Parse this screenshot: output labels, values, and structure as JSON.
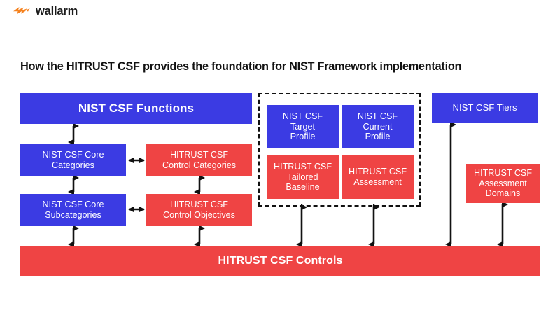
{
  "brand": {
    "name": "wallarm",
    "logo_icon": "wallarm-bolt-logo",
    "logo_color": "#F5821F"
  },
  "diagram": {
    "title": "How the HITRUST CSF provides the foundation for NIST Framework implementation",
    "colors": {
      "nist_blue": "#3B3BE3",
      "hitrust_red": "#EF4444",
      "arrow": "#111111",
      "dashed_border": "#111111",
      "background": "#FFFFFF",
      "text_on_box": "#FFFFFF",
      "title_text": "#111111"
    },
    "nodes": {
      "nist_csf_functions": "NIST CSF Functions",
      "nist_csf_core_categories": "NIST CSF Core\nCategories",
      "hitrust_csf_control_categories": "HITRUST CSF\nControl Categories",
      "nist_csf_core_subcategories": "NIST CSF Core\nSubcategories",
      "hitrust_csf_control_objectives": "HITRUST CSF\nControl Objectives",
      "nist_csf_target_profile": "NIST CSF\nTarget\nProfile",
      "nist_csf_current_profile": "NIST CSF\nCurrent\nProfile",
      "hitrust_csf_tailored_baseline": "HITRUST CSF\nTailored\nBaseline",
      "hitrust_csf_assessment": "HITRUST CSF\nAssessment",
      "nist_csf_tiers": "NIST CSF Tiers",
      "hitrust_csf_assessment_domains": "HITRUST CSF\nAssessment\nDomains",
      "hitrust_csf_controls": "HITRUST CSF Controls"
    },
    "connections": [
      {
        "from": "nist_csf_functions",
        "to": "nist_csf_core_categories",
        "style": "double-arrow-vertical"
      },
      {
        "from": "nist_csf_core_categories",
        "to": "hitrust_csf_control_categories",
        "style": "double-arrow-horizontal"
      },
      {
        "from": "nist_csf_core_categories",
        "to": "nist_csf_core_subcategories",
        "style": "double-arrow-vertical"
      },
      {
        "from": "hitrust_csf_control_categories",
        "to": "hitrust_csf_control_objectives",
        "style": "double-arrow-vertical"
      },
      {
        "from": "nist_csf_core_subcategories",
        "to": "hitrust_csf_control_objectives",
        "style": "double-arrow-horizontal"
      },
      {
        "from": "nist_csf_core_subcategories",
        "to": "hitrust_csf_controls",
        "style": "double-arrow-vertical"
      },
      {
        "from": "hitrust_csf_control_objectives",
        "to": "hitrust_csf_controls",
        "style": "double-arrow-vertical"
      },
      {
        "from": "hitrust_csf_tailored_baseline",
        "to": "hitrust_csf_controls",
        "style": "double-arrow-vertical"
      },
      {
        "from": "hitrust_csf_assessment",
        "to": "hitrust_csf_controls",
        "style": "double-arrow-vertical"
      },
      {
        "from": "nist_csf_tiers",
        "to": "hitrust_csf_controls",
        "style": "double-arrow-vertical"
      },
      {
        "from": "hitrust_csf_assessment_domains",
        "to": "hitrust_csf_controls",
        "style": "double-arrow-vertical"
      }
    ],
    "dashed_group_label": "profile-and-assessment-group"
  }
}
